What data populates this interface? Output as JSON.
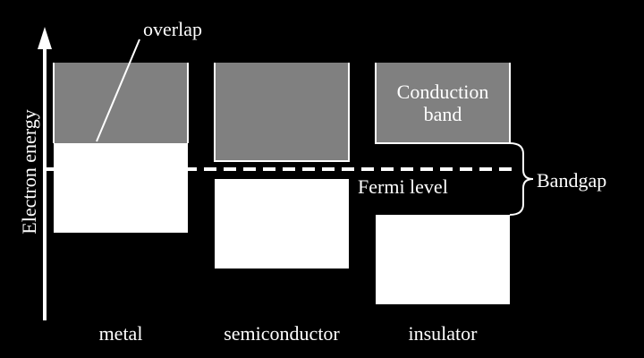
{
  "axis": {
    "label": "Electron energy"
  },
  "annotations": {
    "overlap": "overlap",
    "fermi_level": "Fermi level",
    "bandgap": "Bandgap",
    "conduction_band_line1": "Conduction",
    "conduction_band_line2": "band"
  },
  "materials": [
    "metal",
    "semiconductor",
    "insulator"
  ],
  "colors": {
    "background": "#000000",
    "valence_band": "#ffffff",
    "conduction_band": "#808080",
    "band_outline": "#ffffff",
    "text": "#ffffff"
  }
}
